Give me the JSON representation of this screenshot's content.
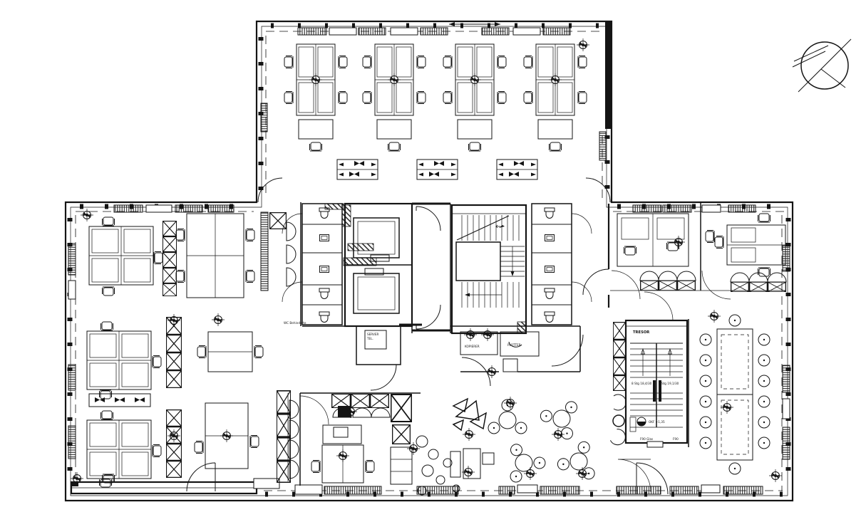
{
  "page": {
    "background": "#ffffff",
    "ink": "#141414",
    "kind": "architectural-floor-plan"
  },
  "drawing": {
    "labels": {
      "server_room_line1": "SERVER",
      "server_room_line2": "TEL.",
      "copier": "KOPIERER",
      "plotter": "PLOTTER",
      "vault": "TRESOR",
      "stair_run_left": "8 Stg 18,4/30",
      "stair_run_right": "8 Stg 19,1/30",
      "level_mark": "OKF +1,35",
      "fire_glass": "F90 Glas",
      "fire_rating": "F90",
      "wc_accessible": "WC Behinderte"
    },
    "symbols": {
      "north-arrow": "compass circle with needle",
      "office-chair": "rect chair with back bar",
      "lounge-chair": "thick round chair",
      "plant": "circle with crosshair",
      "radiator": "hatched rectangle",
      "shelf": "rectangle with X",
      "wardrobe": "scalloped arcs",
      "toilet": "U bowl with cistern",
      "sink": "nested rectangles",
      "stairs": "tread lines with direction arrow"
    },
    "colors": {
      "line": "#141414",
      "paper": "#ffffff"
    }
  }
}
